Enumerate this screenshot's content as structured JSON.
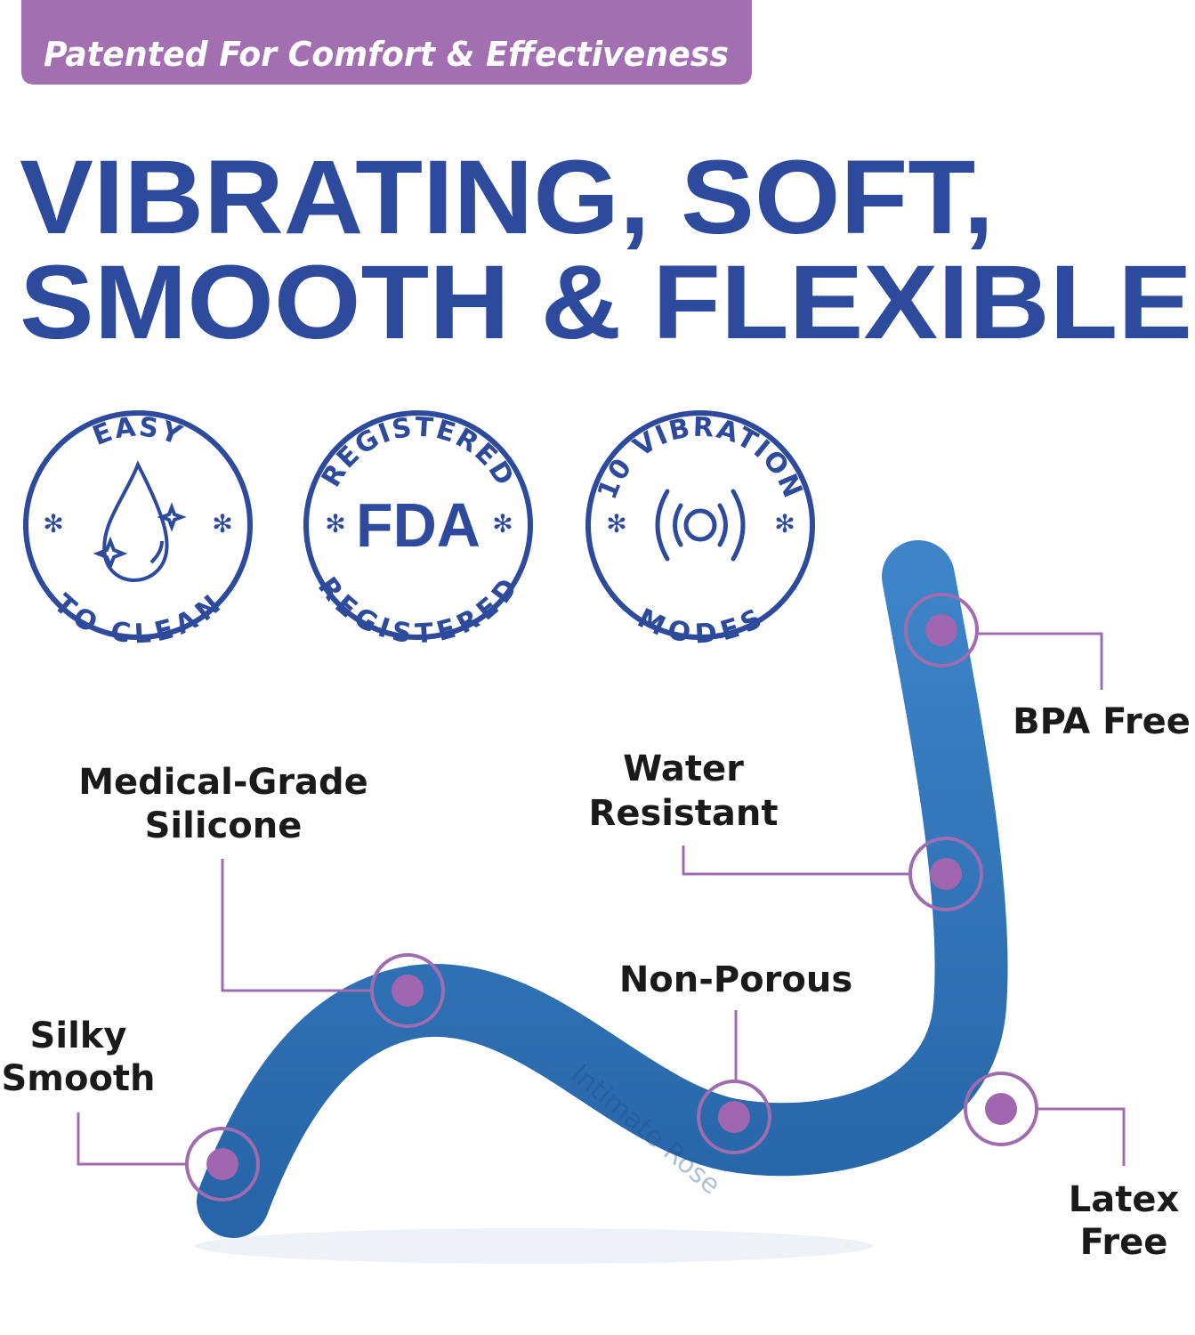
{
  "banner": {
    "text": "Patented For Comfort & Effectiveness",
    "color": "#a26fb0"
  },
  "headline": {
    "line1": "VIBRATING, SOFT,",
    "line2": "SMOOTH & FLEXIBLE",
    "color": "#2d4a9d"
  },
  "badges": [
    {
      "top": "EASY",
      "bottom": "TO CLEAN",
      "icon": "water-drop-icon"
    },
    {
      "top": "REGISTERED",
      "bottom": "REGISTERED",
      "center": "FDA",
      "icon": "fda-logo"
    },
    {
      "top": "10 VIBRATION",
      "bottom": "MODES",
      "icon": "vibration-icon"
    }
  ],
  "product": {
    "brand": "Intimate Rose",
    "color": "#2f72b8"
  },
  "callouts": [
    {
      "line1": "BPA Free",
      "line2": ""
    },
    {
      "line1": "Water",
      "line2": "Resistant"
    },
    {
      "line1": "Medical-Grade",
      "line2": "Silicone"
    },
    {
      "line1": "Non-Porous",
      "line2": ""
    },
    {
      "line1": "Silky",
      "line2": "Smooth"
    },
    {
      "line1": "Latex",
      "line2": "Free"
    }
  ],
  "accent_color": "#a066b0"
}
